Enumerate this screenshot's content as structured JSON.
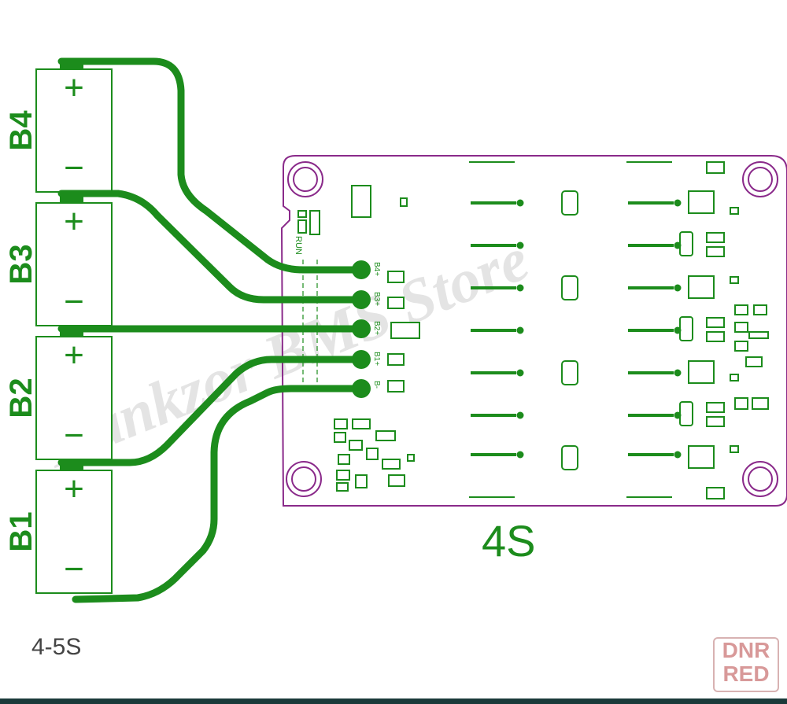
{
  "colors": {
    "trace": "#1c8c1c",
    "board": "#8a2a8a",
    "silk": "#1c8c1c",
    "watermark": "#e6e6e6"
  },
  "cells": [
    {
      "label": "B4",
      "plus": "+",
      "minus": "−"
    },
    {
      "label": "B3",
      "plus": "+",
      "minus": "−"
    },
    {
      "label": "B2",
      "plus": "+",
      "minus": "−"
    },
    {
      "label": "B1",
      "plus": "+",
      "minus": "−"
    }
  ],
  "pads": [
    "B4+",
    "B3+",
    "B2+",
    "B1+",
    "B-"
  ],
  "run_label": "RUN",
  "board_label": "4S",
  "watermark": "Hankzor BMS Store",
  "caption": "4-5S",
  "badge": {
    "line1": "DNR",
    "line2": "RED"
  }
}
